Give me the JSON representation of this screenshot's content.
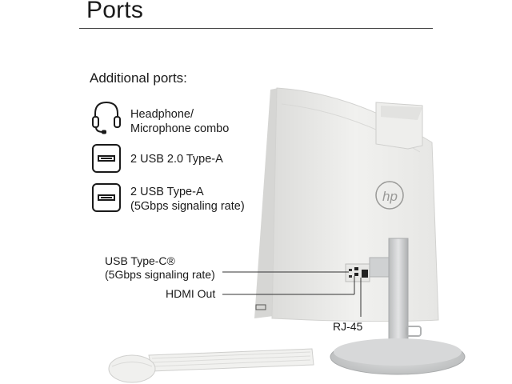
{
  "heading": "Ports",
  "additional_title": "Additional ports:",
  "ports": [
    {
      "icon": "headset-icon",
      "lines": [
        "Headphone/",
        "Microphone combo"
      ]
    },
    {
      "icon": "usb-a-icon",
      "lines": [
        "2 USB 2.0 Type-A"
      ]
    },
    {
      "icon": "usb-a-icon",
      "lines": [
        "2 USB Type-A",
        "(5Gbps signaling rate)"
      ]
    }
  ],
  "callouts": {
    "usb_c": [
      "USB Type-C®",
      "(5Gbps signaling rate)"
    ],
    "hdmi": "HDMI Out",
    "rj45": "RJ-45"
  },
  "logo_text": "hp",
  "colors": {
    "text": "#1a1a1a",
    "device": "#ececea",
    "stand": "#c9cbcc"
  }
}
